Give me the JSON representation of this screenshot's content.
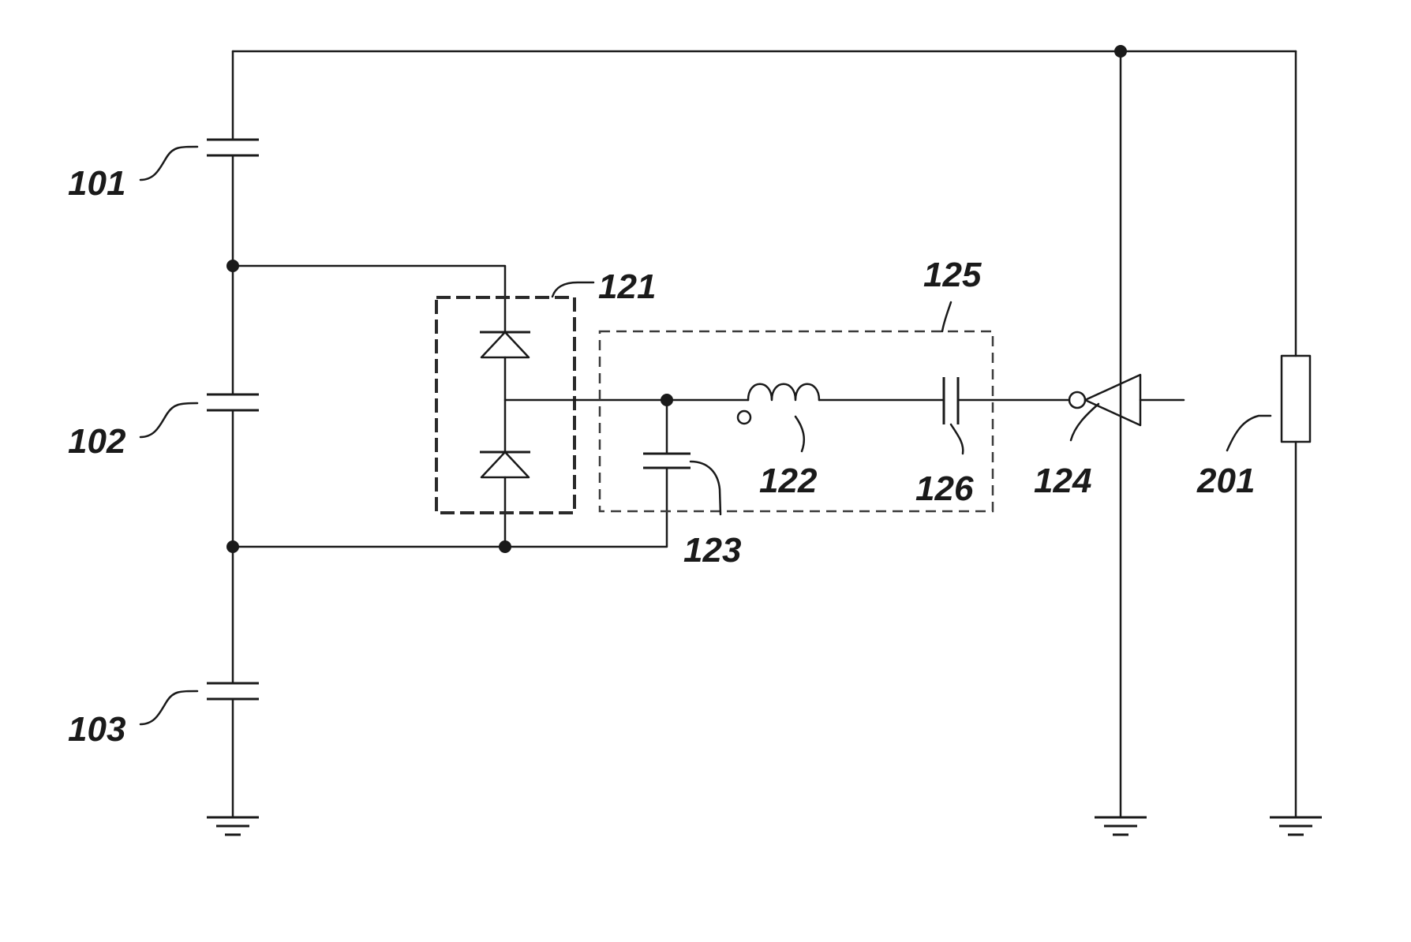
{
  "diagram": {
    "labels": {
      "c101": "101",
      "c102": "102",
      "c103": "103",
      "diodes121": "121",
      "inductor122": "122",
      "cap123": "123",
      "inverter124": "124",
      "filter125": "125",
      "cap126": "126",
      "resistor201": "201"
    },
    "colors": {
      "ink": "#1a1a1a",
      "background": "#ffffff"
    }
  }
}
